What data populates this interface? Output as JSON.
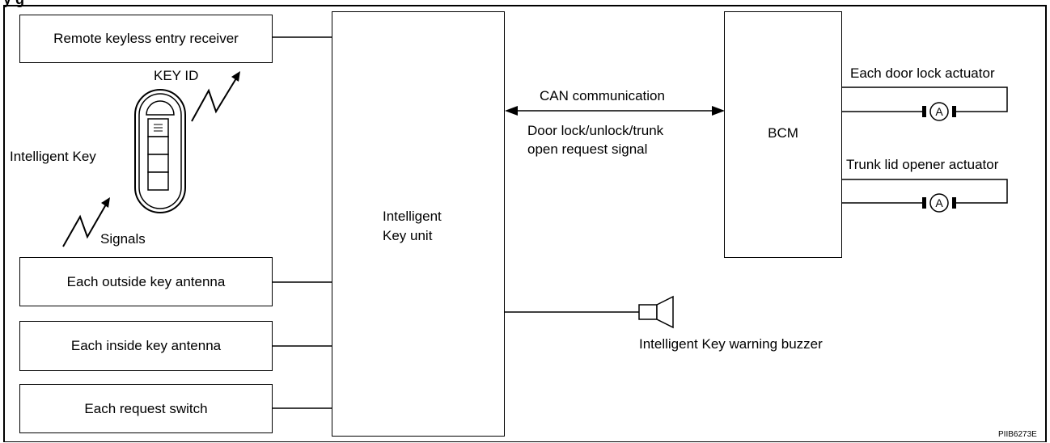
{
  "header_partial": "y      g",
  "left_boxes": {
    "remote_receiver": "Remote keyless entry receiver",
    "outside_antenna": "Each outside key antenna",
    "inside_antenna": "Each inside key antenna",
    "request_switch": "Each request switch"
  },
  "key": {
    "key_id_label": "KEY ID",
    "intelligent_key_label": "Intelligent Key",
    "signals_label": "Signals"
  },
  "center_unit": {
    "line1": "Intelligent",
    "line2": "Key unit"
  },
  "can_link": {
    "title": "CAN communication",
    "signal_line1": "Door lock/unlock/trunk",
    "signal_line2": "open request signal"
  },
  "bcm": {
    "label": "BCM"
  },
  "actuators": {
    "door_lock": "Each door lock actuator",
    "trunk_opener": "Trunk lid opener actuator",
    "motor_symbol": "A"
  },
  "buzzer": {
    "label": "Intelligent Key warning buzzer"
  },
  "figure_code": "PIIB6273E"
}
